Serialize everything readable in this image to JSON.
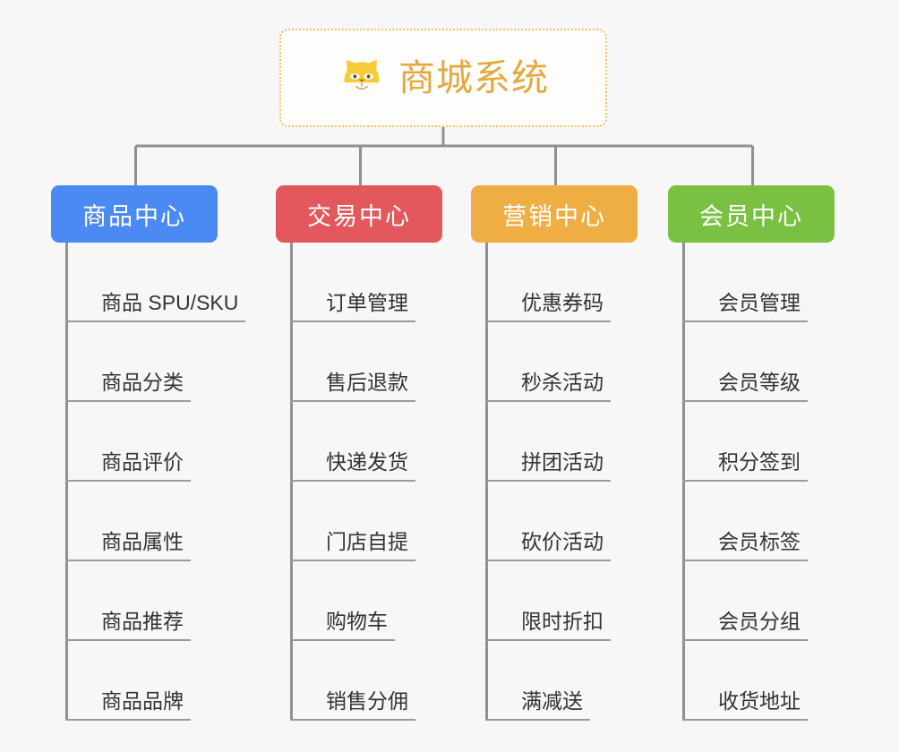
{
  "page": {
    "background_color": "#f7f7f7",
    "line_color": "#909090",
    "leaf_rule_color": "#9a9a9a",
    "leaf_text_color": "#333333"
  },
  "root": {
    "title": "商城系统",
    "icon": "shiba-dog-emoji",
    "title_color": "#e3a93f",
    "border_color": "#f2c063",
    "card_background": "#fdfdfc"
  },
  "branches": [
    {
      "label": "商品中心",
      "color": "#4a8af2",
      "leaves": [
        "商品 SPU/SKU",
        "商品分类",
        "商品评价",
        "商品属性",
        "商品推荐",
        "商品品牌"
      ]
    },
    {
      "label": "交易中心",
      "color": "#e2585c",
      "leaves": [
        "订单管理",
        "售后退款",
        "快递发货",
        "门店自提",
        "购物车",
        "销售分佣"
      ]
    },
    {
      "label": "营销中心",
      "color": "#eeae44",
      "leaves": [
        "优惠券码",
        "秒杀活动",
        "拼团活动",
        "砍价活动",
        "限时折扣",
        "满减送"
      ]
    },
    {
      "label": "会员中心",
      "color": "#7ac143",
      "leaves": [
        "会员管理",
        "会员等级",
        "积分签到",
        "会员标签",
        "会员分组",
        "收货地址"
      ]
    }
  ]
}
